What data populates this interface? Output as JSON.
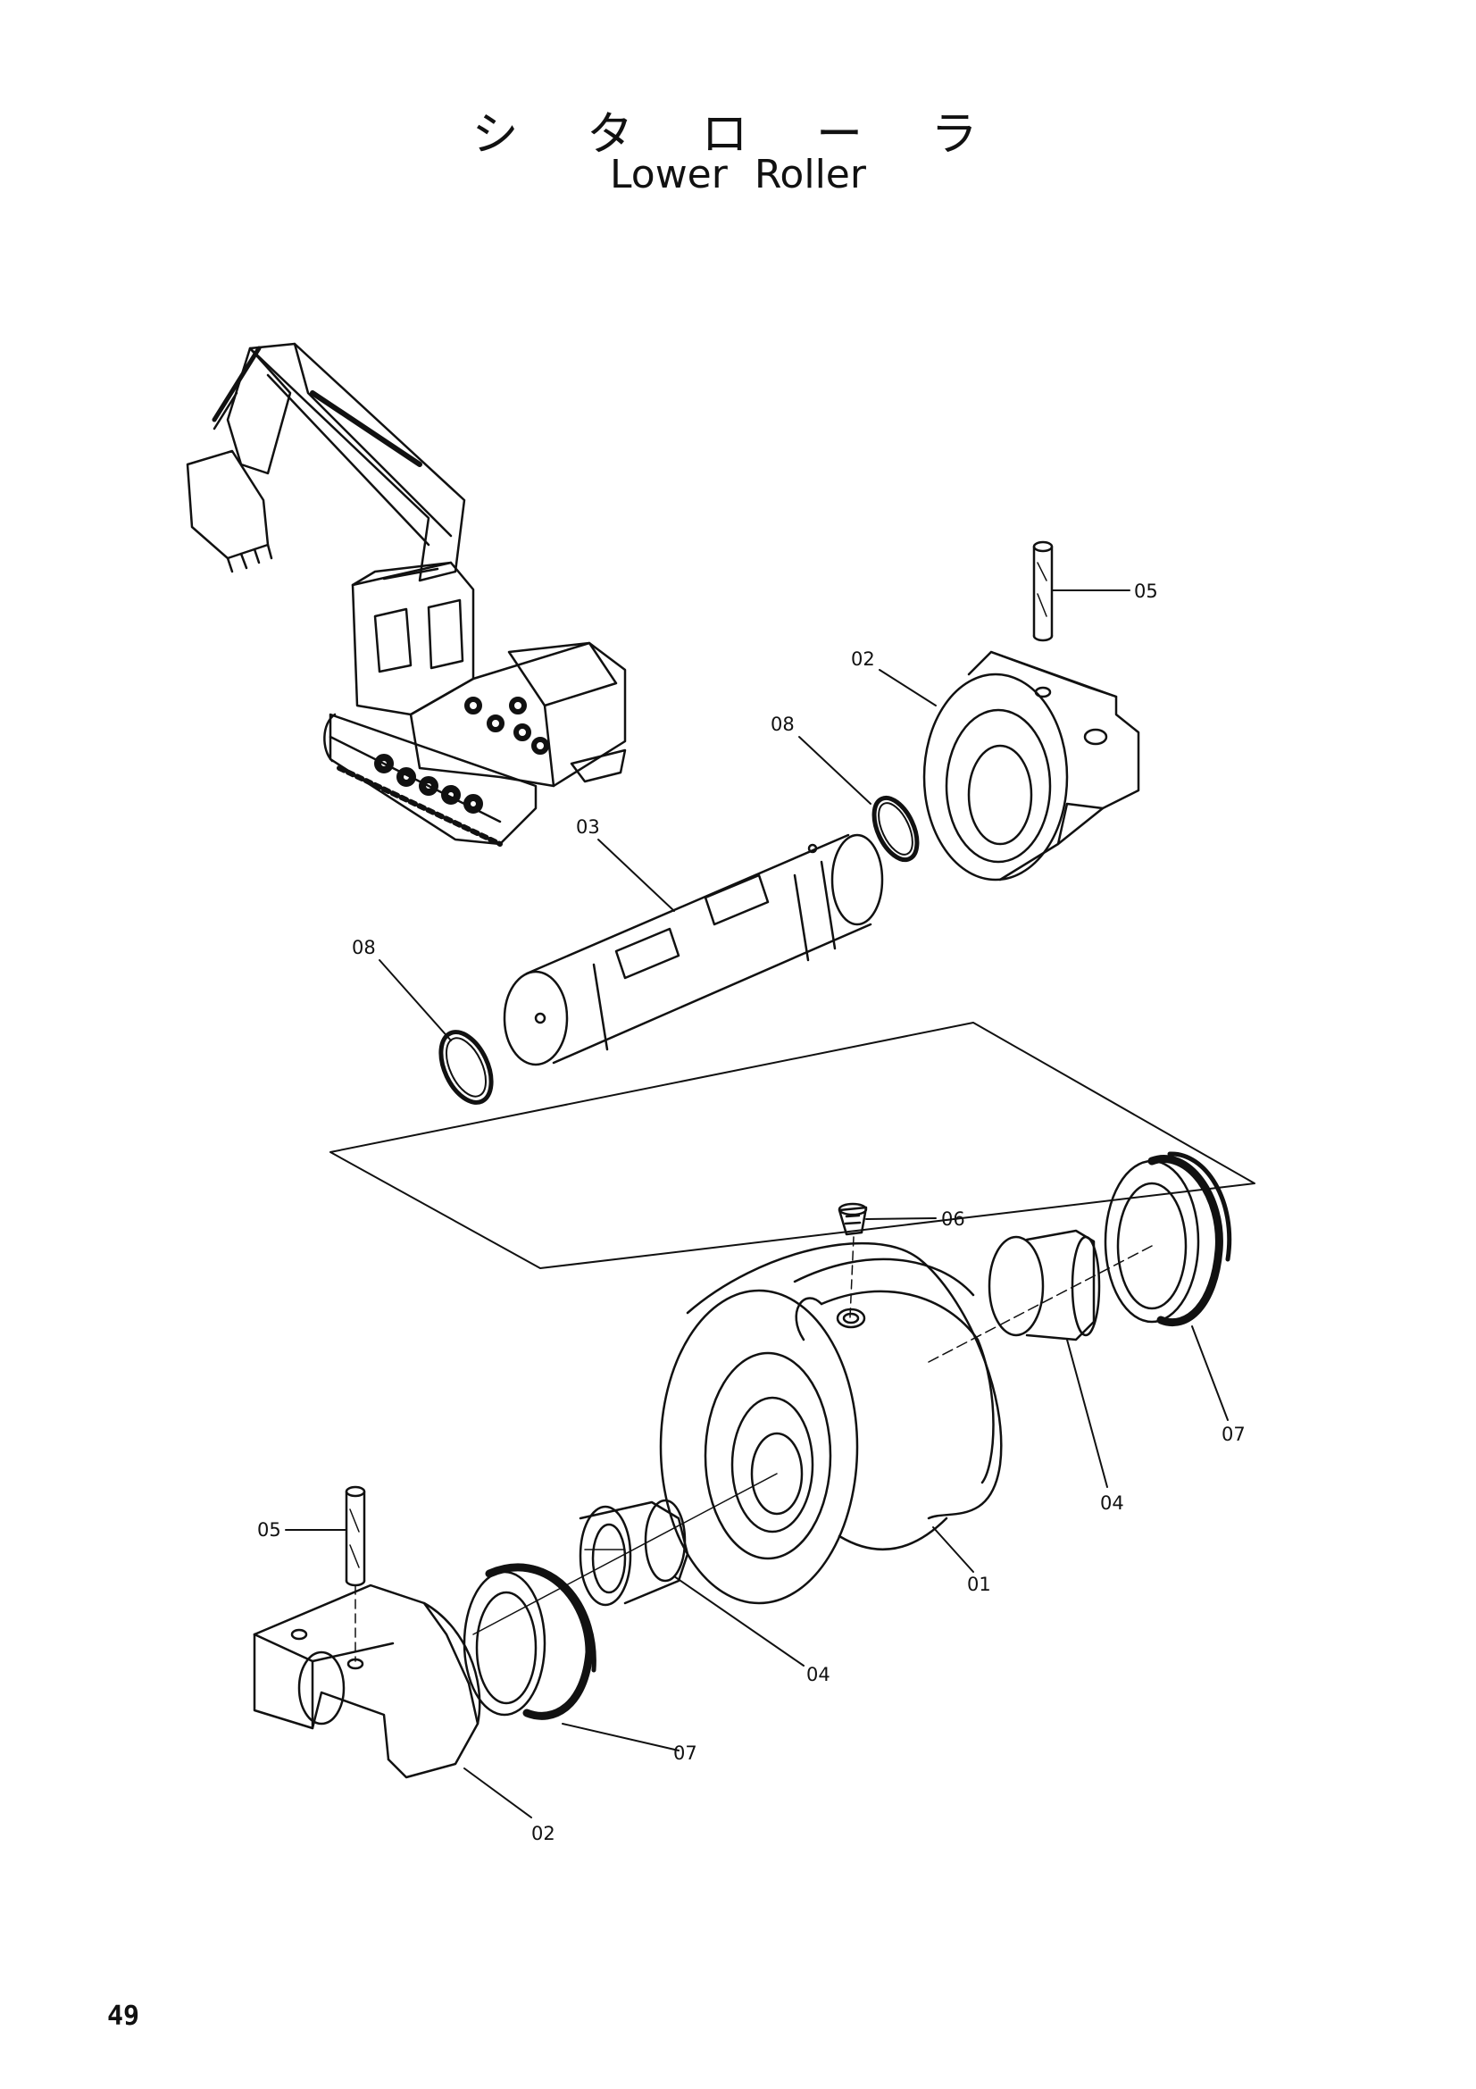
{
  "title": {
    "japanese": "シ タ ロ ー ラ",
    "english": "Lower Roller"
  },
  "page_number": "49",
  "callouts": [
    {
      "id": "05-top",
      "text": "05"
    },
    {
      "id": "02-top",
      "text": "02"
    },
    {
      "id": "08-top",
      "text": "08"
    },
    {
      "id": "03",
      "text": "03"
    },
    {
      "id": "08-left",
      "text": "08"
    },
    {
      "id": "06",
      "text": "06"
    },
    {
      "id": "07-right",
      "text": "07"
    },
    {
      "id": "04-right",
      "text": "04"
    },
    {
      "id": "01",
      "text": "01"
    },
    {
      "id": "05-bottom",
      "text": "05"
    },
    {
      "id": "04-bottom",
      "text": "04"
    },
    {
      "id": "07-bottom",
      "text": "07"
    },
    {
      "id": "02-bottom",
      "text": "02"
    }
  ]
}
